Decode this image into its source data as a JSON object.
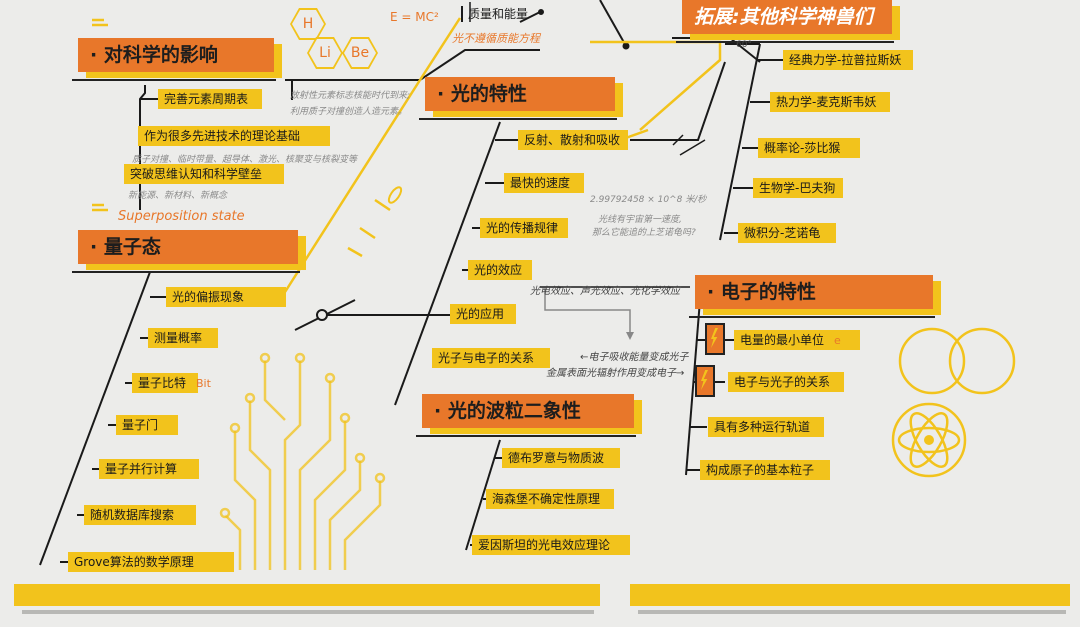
{
  "colors": {
    "orange": "#e8772a",
    "yellow": "#f2c31c",
    "line": "#1a1a1a",
    "background": "#ececea"
  },
  "top": {
    "formula": "E = MC²",
    "mass_energy": "质量和能量",
    "mass_energy_note": "光不遵循质能方程"
  },
  "elements": [
    "H",
    "Li",
    "Be"
  ],
  "science_impact": {
    "title": "· 对科学的影响",
    "items": [
      "完善元素周期表",
      "作为很多先进技术的理论基础",
      "突破思维认知和科学壁垒"
    ],
    "notes": [
      "放射性元素标志核能时代到来;",
      "利用质子对撞创造人造元素。",
      "质子对撞、临时带量、超导体、激光、核聚变与核裂变等",
      "新能源、新材料、新概念"
    ]
  },
  "quantum": {
    "subtitle": "Superposition state",
    "title": "· 量子态",
    "items": [
      "光的偏振现象",
      "测量概率",
      "量子比特",
      "量子门",
      "量子并行计算",
      "随机数据库搜索",
      "Grove算法的数学原理"
    ],
    "bit_note": "Bit"
  },
  "light": {
    "title": "· 光的特性",
    "items": [
      "反射、散射和吸收",
      "最快的速度",
      "光的传播规律",
      "光的效应",
      "光的应用",
      "光子与电子的关系"
    ],
    "speed_note": "2.99792458 × 10^8 米/秒",
    "propagation_note_1": "光线有宇宙第一速度,",
    "propagation_note_2": "那么它能追的上芝诺龟吗?",
    "effect_note": "光电效应、声光效应、光化学效应",
    "photon_note_1": "←电子吸收能量变成光子",
    "photon_note_2": "金属表面光辐射作用变成电子→"
  },
  "wave_particle": {
    "title": "· 光的波粒二象性",
    "items": [
      "德布罗意与物质波",
      "海森堡不确定性原理",
      "爱因斯坦的光电效应理论"
    ]
  },
  "beasts": {
    "title": "拓展:其他科学神兽们",
    "angle": "60°",
    "items": [
      "经典力学-拉普拉斯妖",
      "热力学-麦克斯韦妖",
      "概率论-莎比猴",
      "生物学-巴夫狗",
      "微积分-芝诺龟"
    ]
  },
  "electron": {
    "title": "· 电子的特性",
    "items": [
      "电量的最小单位",
      "电子与光子的关系",
      "具有多种运行轨道",
      "构成原子的基本粒子"
    ],
    "charge_symbol": "e"
  }
}
